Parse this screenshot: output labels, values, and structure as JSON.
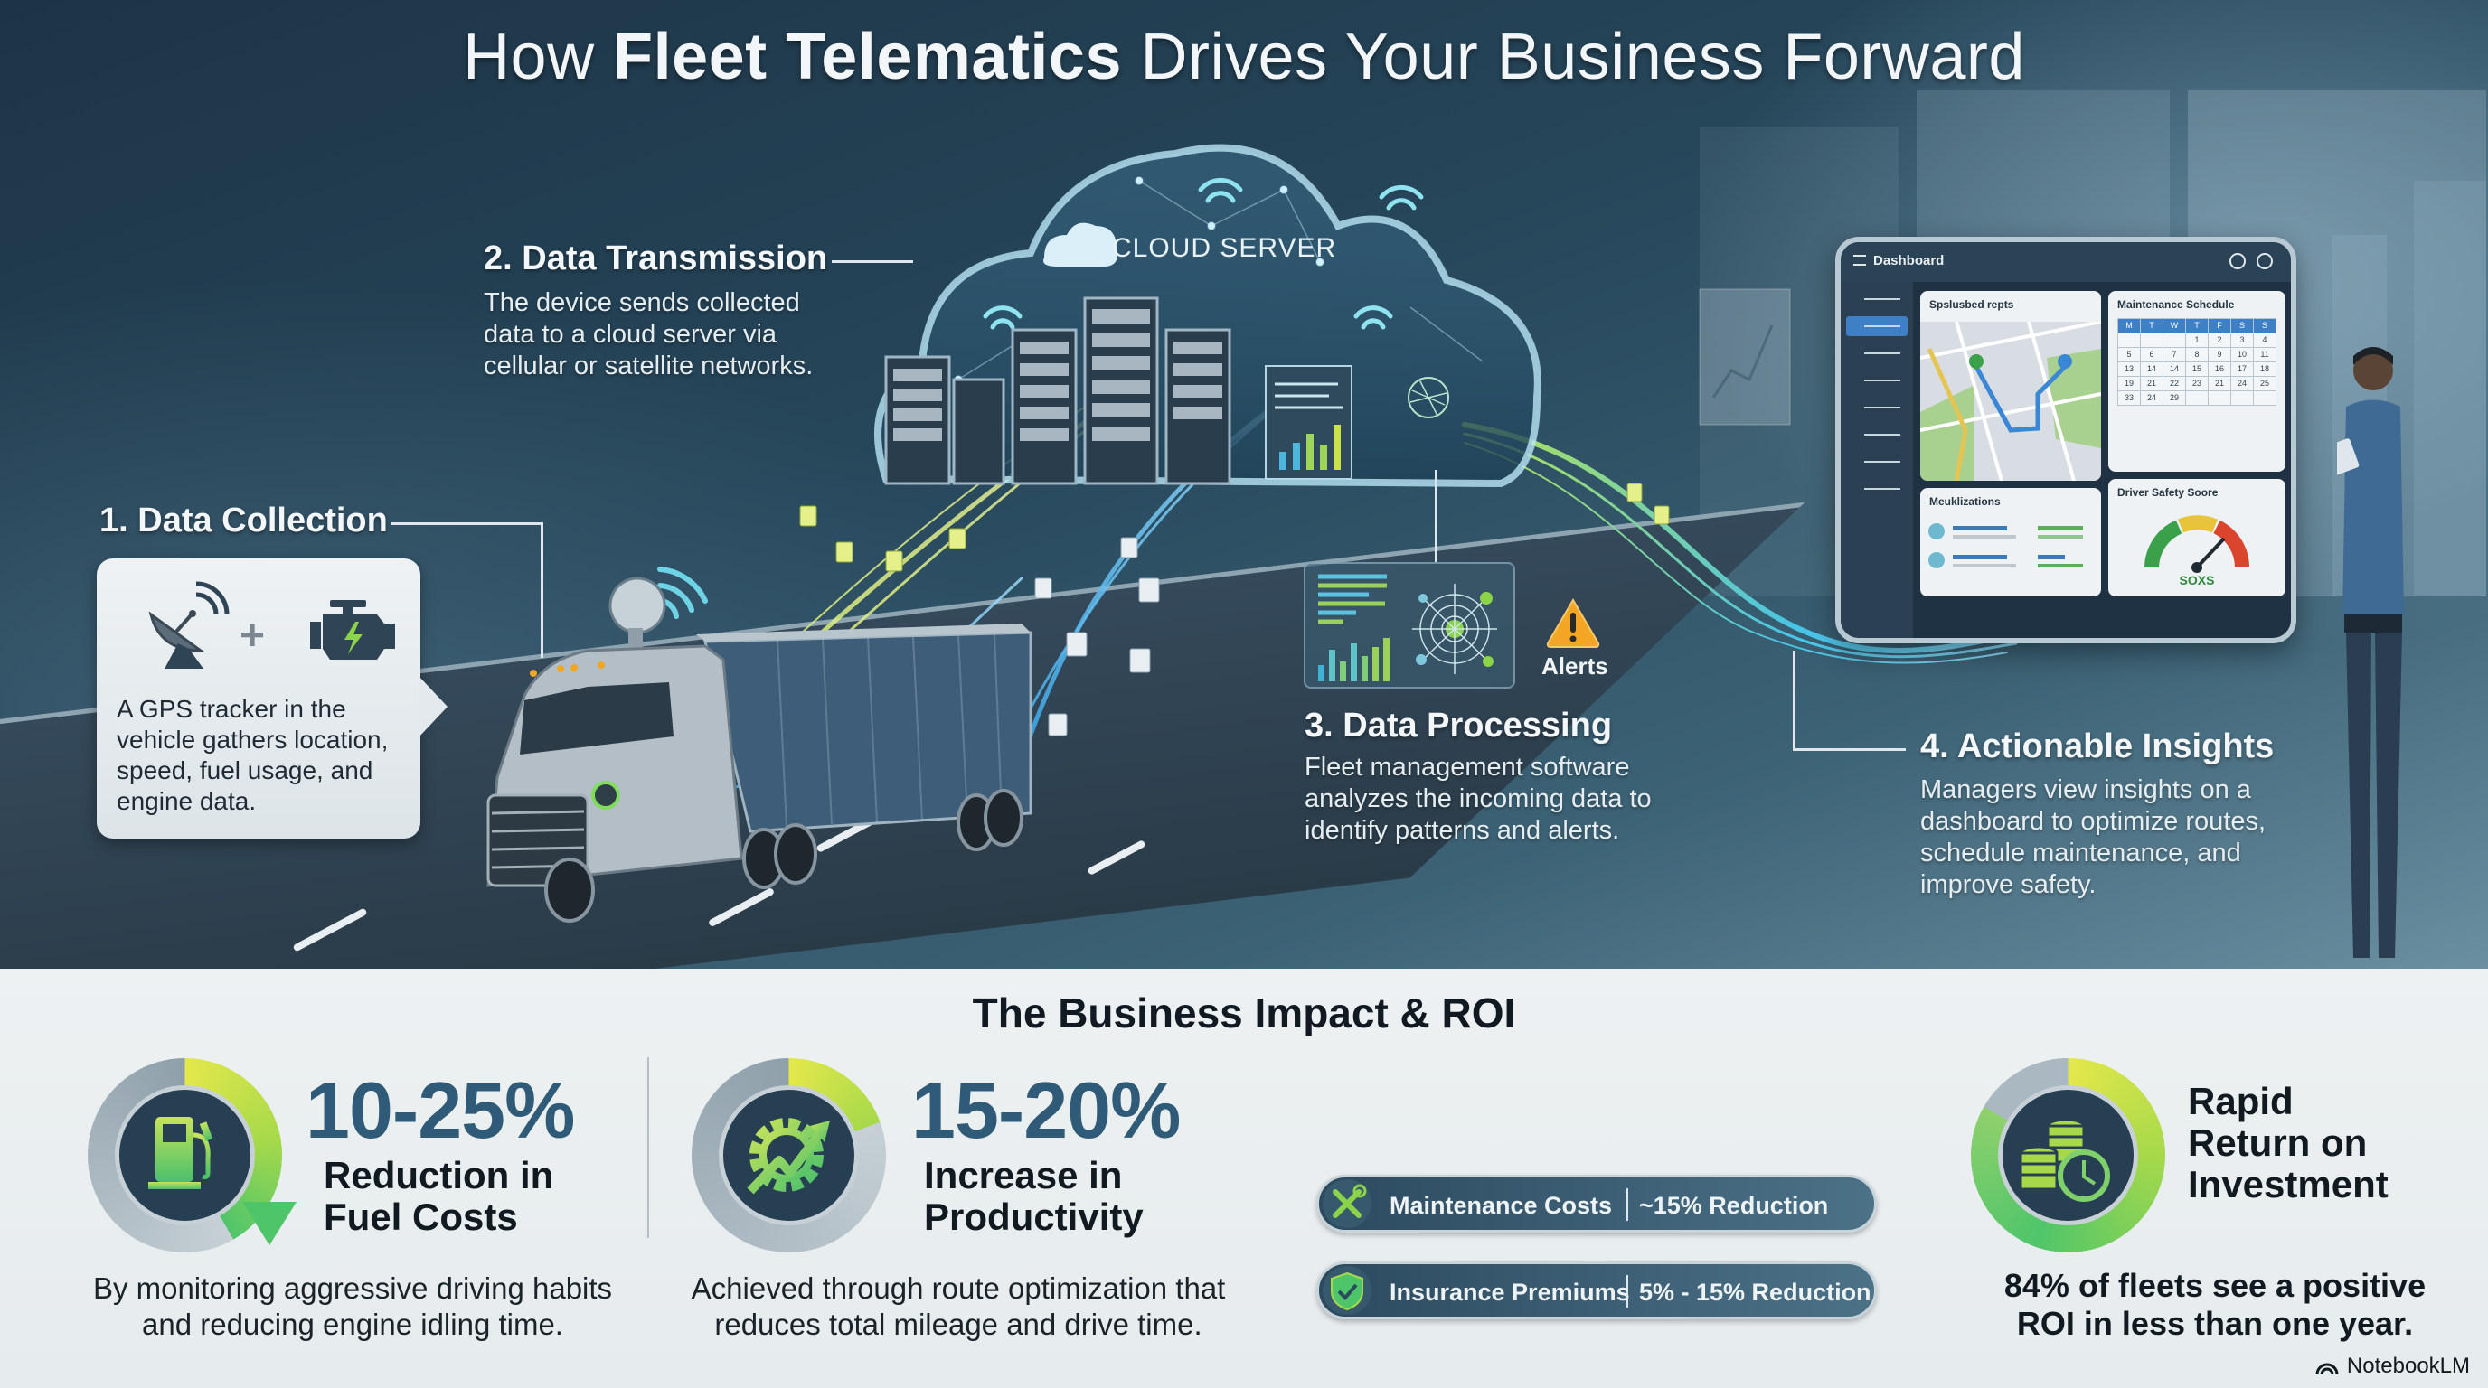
{
  "title": {
    "prefix": "How ",
    "bold": "Fleet Telematics",
    "suffix": " Drives Your Business Forward"
  },
  "steps": [
    {
      "id": 1,
      "title": "1. Data Collection",
      "description": "A GPS tracker in the vehicle gathers location, speed, fuel usage, and engine data.",
      "icons": [
        "satellite-dish-icon",
        "plus-icon",
        "engine-icon"
      ]
    },
    {
      "id": 2,
      "title": "2. Data Transmission",
      "description": "The device sends collected data to a cloud server via cellular or satellite networks."
    },
    {
      "id": 3,
      "title": "3. Data Processing",
      "description": "Fleet management software analyzes the incoming data to identify patterns and alerts.",
      "alert_label": "Alerts"
    },
    {
      "id": 4,
      "title": "4. Actionable Insights",
      "description": "Managers view insights on a dashboard to optimize routes, schedule maintenance, and improve safety."
    }
  ],
  "cloud": {
    "label": "CLOUD SERVER"
  },
  "dashboard": {
    "title": "Dashboard",
    "map_card_title": "Spslusbed repts",
    "list_card_title": "Meuklizations",
    "schedule_title": "Maintenance Schedule",
    "calendar_header": [
      "M",
      "T",
      "W",
      "T",
      "F",
      "S",
      "S"
    ],
    "calendar_cells": [
      "",
      "",
      "",
      "1",
      "2",
      "3",
      "4",
      "5",
      "6",
      "7",
      "8",
      "9",
      "10",
      "11",
      "13",
      "14",
      "14",
      "15",
      "16",
      "17",
      "18",
      "19",
      "21",
      "22",
      "23",
      "21",
      "24",
      "25",
      "33",
      "24",
      "29",
      "",
      "",
      "",
      ""
    ],
    "safety_title": "Driver Safety Soore",
    "safety_value": "SOXS"
  },
  "impact": {
    "title": "The Business Impact & ROI",
    "stats": [
      {
        "value": "10-25%",
        "label_line1": "Reduction in",
        "label_line2": "Fuel Costs",
        "description_line1": "By monitoring aggressive driving habits",
        "description_line2": "and reducing engine idling time.",
        "icon": "fuel-pump-icon"
      },
      {
        "value": "15-20%",
        "label_line1": "Increase in",
        "label_line2": "Productivity",
        "description_line1": "Achieved through route optimization that",
        "description_line2": "reduces total mileage and drive time.",
        "icon": "gear-growth-icon"
      }
    ],
    "pills": [
      {
        "label": "Maintenance Costs",
        "value": "~15% Reduction",
        "icon": "wrench-screwdriver-icon"
      },
      {
        "label": "Insurance Premiums",
        "value": "5% - 15% Reduction",
        "icon": "shield-check-icon"
      }
    ],
    "roi": {
      "line1": "Rapid",
      "line2": "Return on",
      "line3": "Investment",
      "description_line1": "84% of fleets see a positive",
      "description_line2": "ROI in less than one year.",
      "icon": "coins-clock-icon"
    }
  },
  "brand": {
    "label": "NotebookLM"
  },
  "colors": {
    "hero_dark": "#1d3446",
    "accent_blue": "#2f5b78",
    "accent_green": "#7cc84a",
    "accent_yellow": "#d9e245",
    "alert_orange": "#f2a623",
    "bottom_bg": "#e9eef0"
  }
}
